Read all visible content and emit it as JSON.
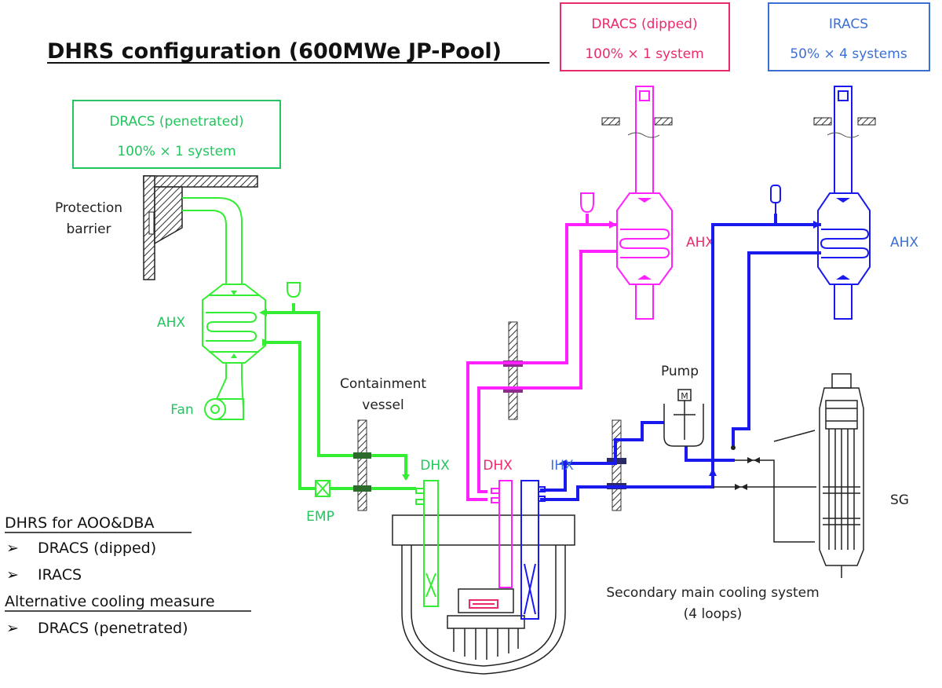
{
  "title": "DHRS configuration (600MWe JP-Pool)",
  "boxes": {
    "dracs_dipped": {
      "line1": "DRACS (dipped)",
      "line2": "100% × 1 system"
    },
    "iracs": {
      "line1": "IRACS",
      "line2": "50% × 4 systems"
    },
    "dracs_penetrated": {
      "line1": "DRACS (penetrated)",
      "line2": "100% × 1 system"
    }
  },
  "labels": {
    "protection_barrier_1": "Protection",
    "protection_barrier_2": "barrier",
    "ahx_green": "AHX",
    "fan": "Fan",
    "containment_1": "Containment",
    "containment_2": "vessel",
    "emp": "EMP",
    "dhx_green": "DHX",
    "dhx_magenta": "DHX",
    "ihx": "IHX",
    "ahx_magenta": "AHX",
    "ahx_blue": "AHX",
    "pump": "Pump",
    "pump_m": "M",
    "sg": "SG",
    "secondary_1": "Secondary main cooling system",
    "secondary_2": "(4 loops)"
  },
  "legend": {
    "heading1": "DHRS for AOO&DBA",
    "item1": "DRACS (dipped)",
    "item2": "IRACS",
    "heading2": "Alternative cooling measure",
    "item3": "DRACS (penetrated)",
    "bullet": "➢"
  },
  "colors": {
    "green": "#33ee33",
    "green_text": "#22c55e",
    "magenta": "#ff22ff",
    "magenta_text": "#ec2a6a",
    "blue": "#1a1aee",
    "blue_text": "#3b6fd4",
    "black": "#222222"
  }
}
